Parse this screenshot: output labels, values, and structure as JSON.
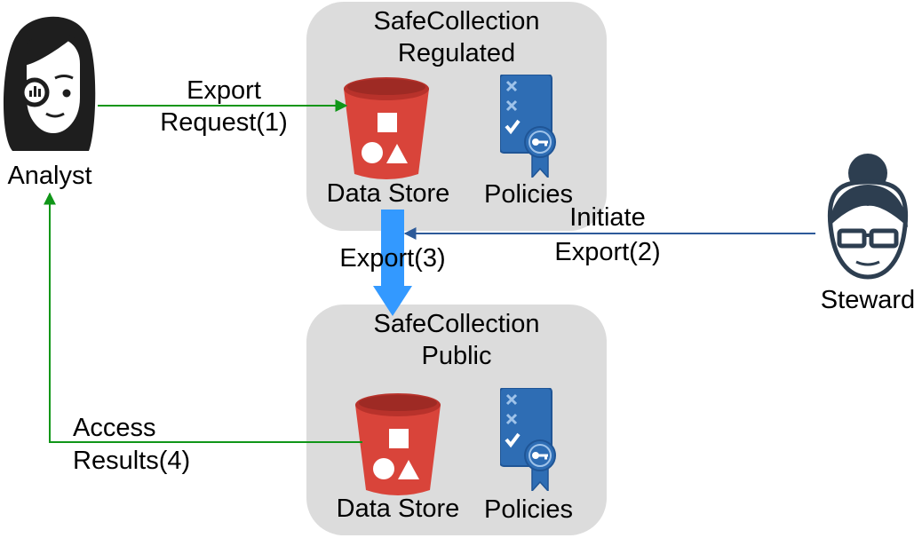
{
  "regulated": {
    "title_line1": "SafeCollection",
    "title_line2": "Regulated",
    "store_label": "Data Store",
    "policies_label": "Policies"
  },
  "public": {
    "title_line1": "SafeCollection",
    "title_line2": "Public",
    "store_label": "Data Store",
    "policies_label": "Policies"
  },
  "actors": {
    "analyst": "Analyst",
    "steward": "Steward"
  },
  "flows": {
    "export_request_line1": "Export",
    "export_request_line2": "Request(1)",
    "initiate_export_line1": "Initiate",
    "initiate_export_line2": "Export(2)",
    "export": "Export(3)",
    "access_results_line1": "Access",
    "access_results_line2": "Results(4)"
  },
  "colors": {
    "container_fill": "#dcdcdc",
    "bucket_red": "#d9443a",
    "policy_blue": "#2e6db4",
    "green_arrow": "#109618",
    "navy_arrow": "#2d5a99",
    "export_arrow": "#3399ff",
    "person_dark": "#1e1e1e",
    "steward_dark": "#2d3e50"
  },
  "icons": {
    "analyst": "analyst-person-magnifier-icon",
    "steward": "steward-person-glasses-icon",
    "bucket": "data-store-bucket-icon",
    "policy": "policy-certificate-icon"
  }
}
